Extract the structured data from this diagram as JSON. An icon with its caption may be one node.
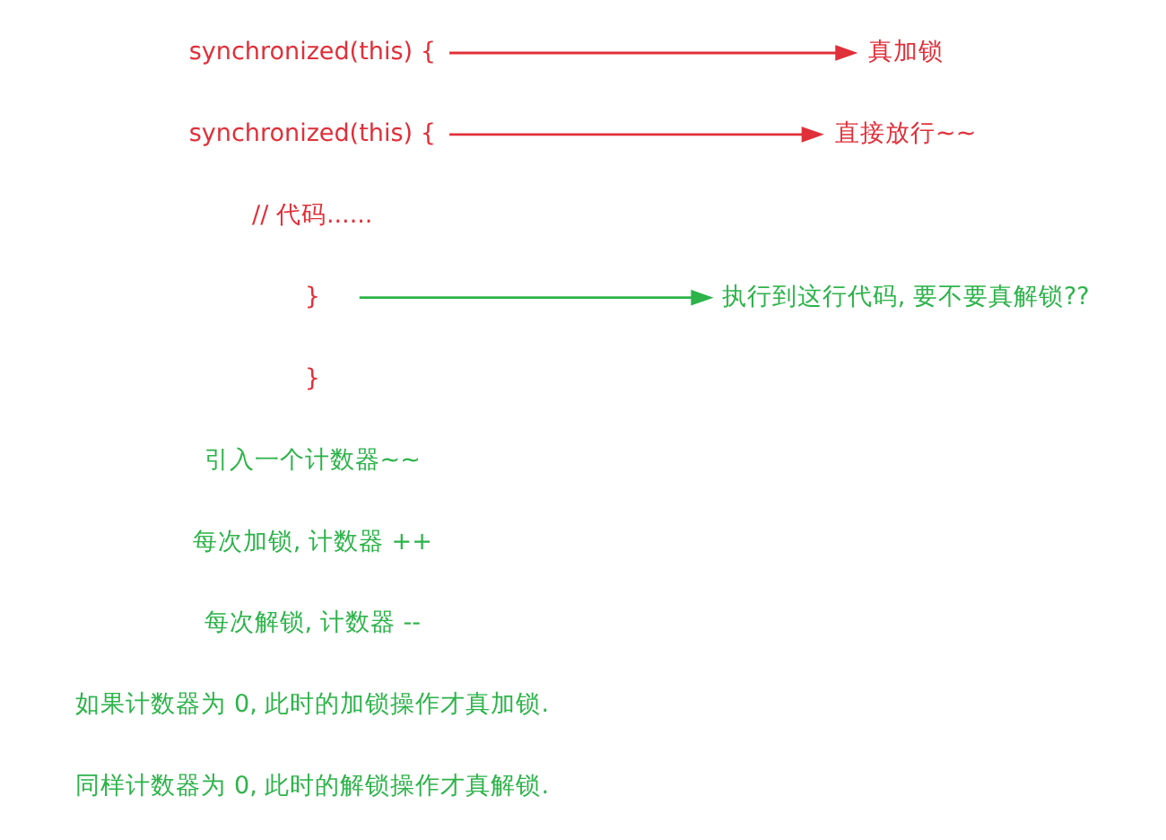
{
  "diagram": {
    "nodes": [
      {
        "text": [
          "synchronized(this) {"
        ]
      },
      {
        "text": [
          "真加锁"
        ]
      },
      {
        "text": [
          "synchronized(this) {"
        ]
      },
      {
        "text": [
          "直接放行~~"
        ]
      },
      {
        "text": [
          "}"
        ]
      },
      {
        "text": [
          "执行到这行代码, 要不要真解锁??"
        ]
      }
    ],
    "edges": [
      {
        "from": 0,
        "to": 1,
        "arrow": "to"
      },
      {
        "from": 2,
        "to": 3,
        "arrow": "to"
      },
      {
        "from": 4,
        "to": 5,
        "arrow": "to",
        "color": "#2db34a"
      }
    ],
    "labels": [
      "// 代码......",
      "}",
      "引入一个计数器~~",
      "每次加锁, 计数器 ++",
      "每次解锁, 计数器 --",
      "如果计数器为 0, 此时的加锁操作才真加锁.",
      "同样计数器为 0, 此时的解锁操作才真解锁."
    ]
  }
}
